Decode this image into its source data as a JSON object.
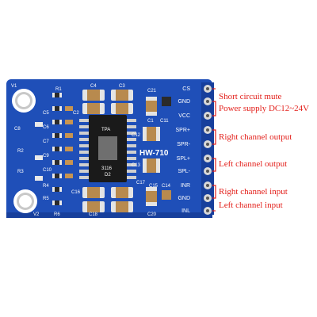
{
  "board": {
    "model": "HW-710",
    "colors": {
      "pcb": "#1f4fb8",
      "pcb_dark": "#173f9c",
      "silkscreen": "#ffffff",
      "pad": "#d9d9d9",
      "chip": "#1a1a1a",
      "annotation": "#e3201b"
    },
    "pin_labels": [
      "CS",
      "GND",
      "VCC",
      "SPR+",
      "SPR-",
      "SPL+",
      "SPL-",
      "INR",
      "GND",
      "INL"
    ],
    "component_labels": {
      "c21": "C21",
      "c1": "C1",
      "c11": "C11",
      "c12": "C12",
      "c13": "C13",
      "c15": "C15",
      "c14": "C14",
      "c16": "C16",
      "c17": "C17",
      "c18": "C18",
      "c20": "C20",
      "c2": "C2",
      "c3": "C3",
      "c4": "C4",
      "c5": "C5",
      "c6": "C6",
      "c7": "C7",
      "c8": "C8",
      "c9": "C9",
      "c10": "C10",
      "r1": "R1",
      "r2": "R2",
      "r3": "R3",
      "r4": "R4",
      "r5": "R5",
      "r6": "R6",
      "v1": "V1",
      "v2": "V2"
    },
    "chip_marking": [
      "TPA",
      "3116",
      "D2"
    ]
  },
  "annotations": {
    "short_circuit_mute": "Short circuit mute",
    "power_supply": "Power supply DC12~24V",
    "right_channel_output": "Right channel output",
    "left_channel_output": "Left channel output",
    "right_channel_input": "Right channel input",
    "left_channel_input": "Left channel input"
  }
}
